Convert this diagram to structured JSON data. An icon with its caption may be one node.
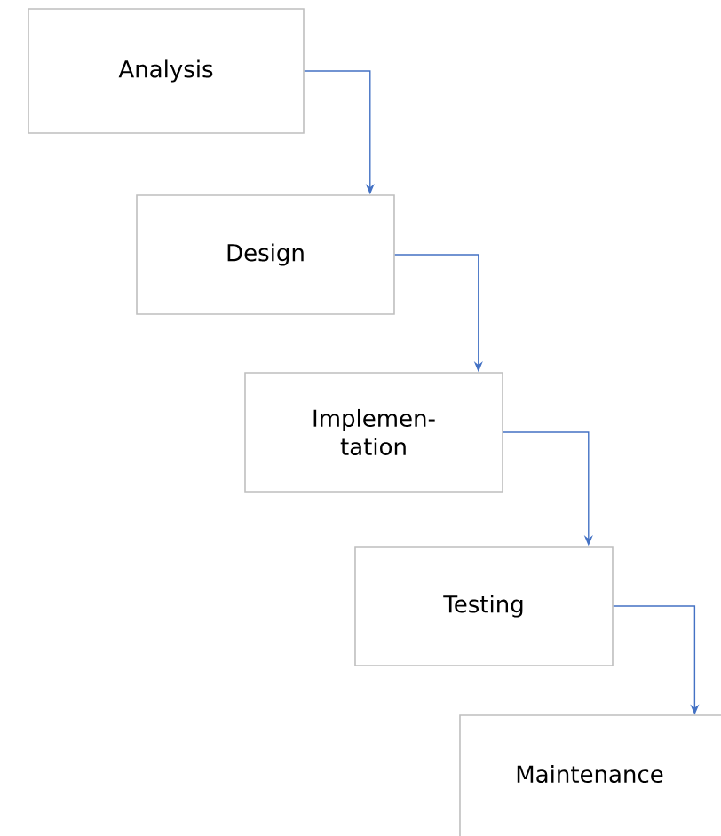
{
  "diagram": {
    "nodes": [
      {
        "text": [
          "Analysis"
        ]
      },
      {
        "text": [
          "Design"
        ]
      },
      {
        "text": [
          "Implemen-tation"
        ]
      },
      {
        "text": [
          "Testing"
        ]
      },
      {
        "text": [
          "Maintenance"
        ]
      }
    ],
    "edges": [
      {
        "from": 0,
        "to": 1,
        "arrow": "to"
      },
      {
        "from": 1,
        "to": 2,
        "arrow": "to"
      },
      {
        "from": 2,
        "to": 3,
        "arrow": "to"
      },
      {
        "from": 3,
        "to": 4,
        "arrow": "to"
      }
    ]
  }
}
